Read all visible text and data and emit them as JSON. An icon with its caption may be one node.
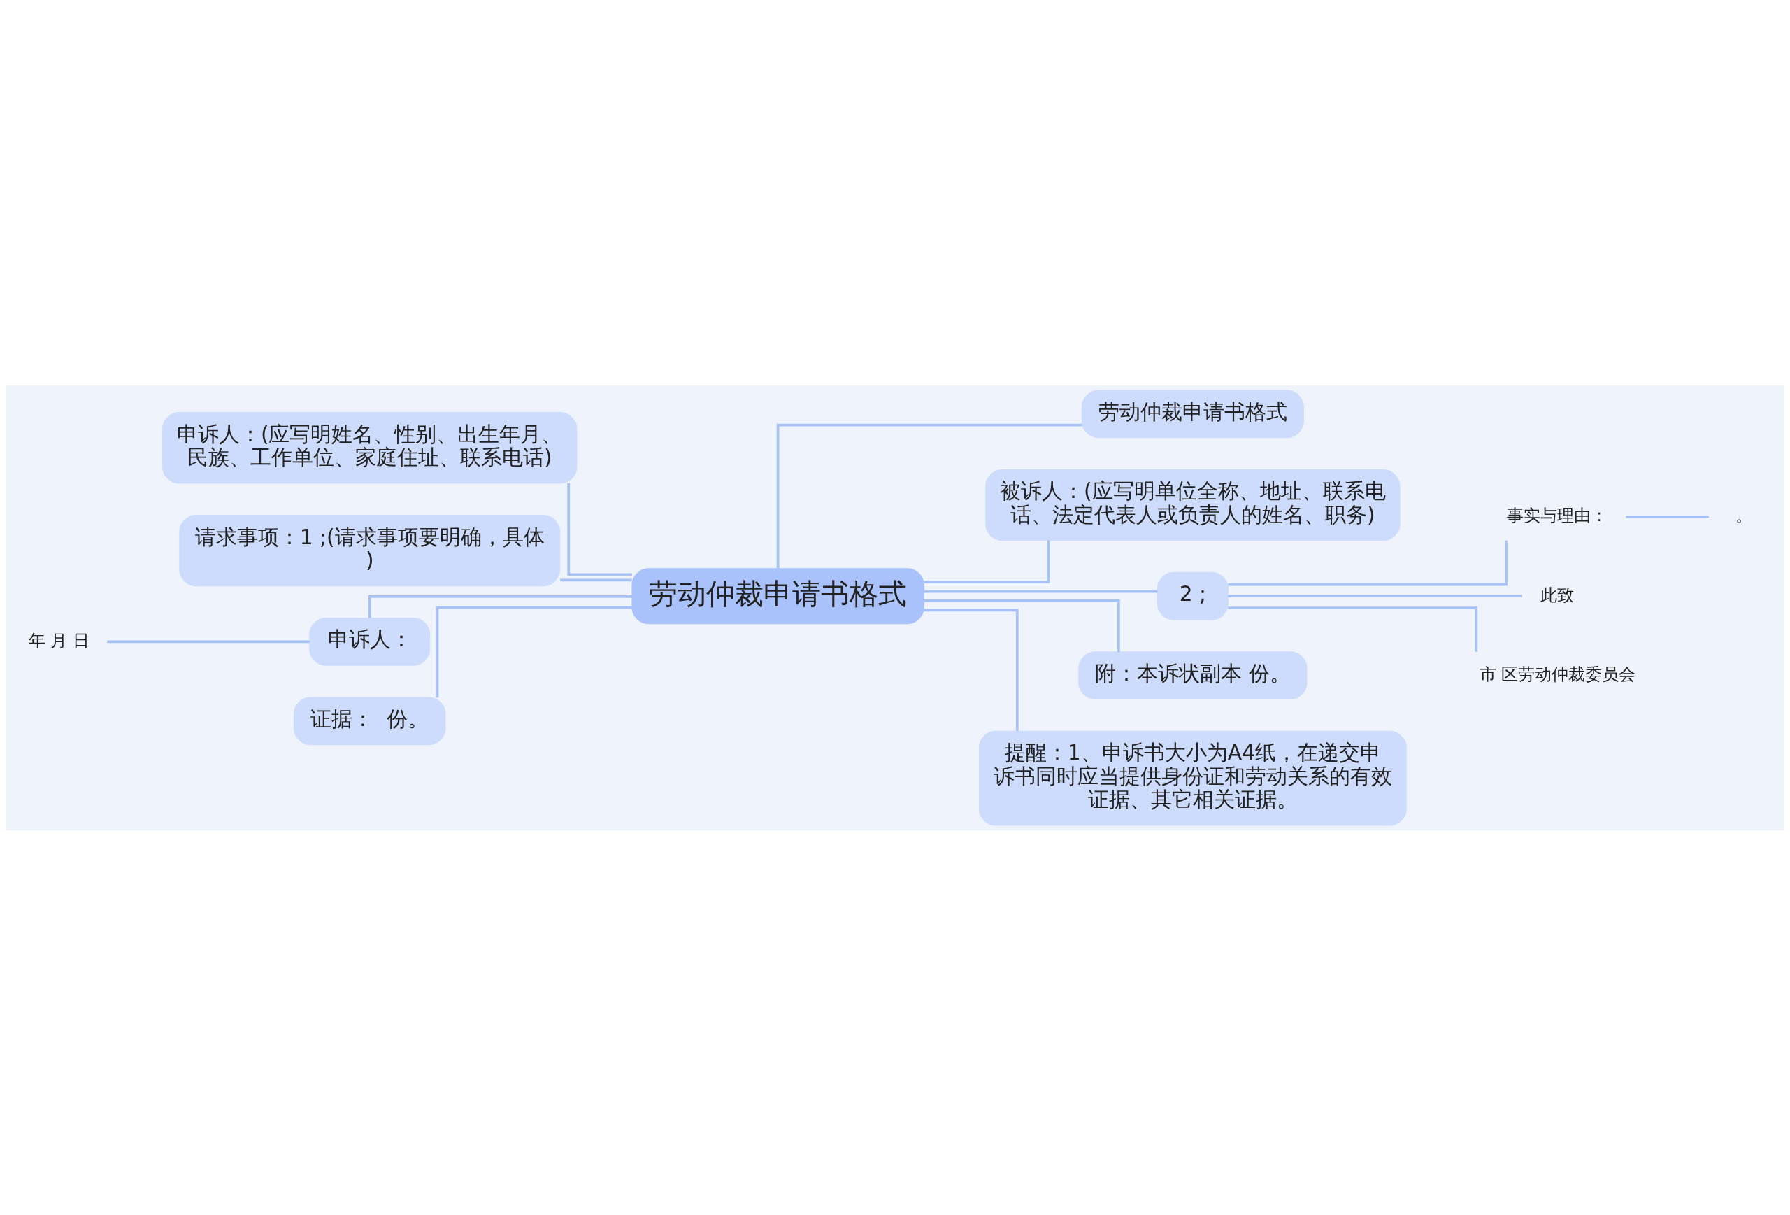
{
  "diagram": {
    "nodes": [
      {
        "text": [
          "劳动仲裁申请书格式"
        ]
      },
      {
        "text": [
          "申诉人：(应写明姓名、性别、出生年月、民族、工作单位、家庭住址、联系电话)"
        ]
      },
      {
        "text": [
          "请求事项：1 ;(请求事项要明确，具体)"
        ]
      },
      {
        "text": [
          "申诉人："
        ]
      },
      {
        "text": [
          "年 月 日"
        ]
      },
      {
        "text": [
          "证据：  份。"
        ]
      },
      {
        "text": [
          "劳动仲裁申请书格式"
        ]
      },
      {
        "text": [
          "被诉人：(应写明单位全称、地址、联系电话、法定代表人或负责人的姓名、职务)"
        ]
      },
      {
        "text": [
          "2 ;"
        ]
      },
      {
        "text": [
          "事实与理由："
        ]
      },
      {
        "text": [
          "。"
        ]
      },
      {
        "text": [
          "此致"
        ]
      },
      {
        "text": [
          "市 区劳动仲裁委员会"
        ]
      },
      {
        "text": [
          "附：本诉状副本 份。"
        ]
      },
      {
        "text": [
          "提醒：1、申诉书大小为A4纸，在递交申诉书同时应当提供身份证和劳动关系的有效证据、其它相关证据。"
        ]
      }
    ],
    "edges": [
      {
        "from": 1,
        "to": 0,
        "arrow": "none"
      },
      {
        "from": 2,
        "to": 0,
        "arrow": "none"
      },
      {
        "from": 3,
        "to": 0,
        "arrow": "none"
      },
      {
        "from": 4,
        "to": 3,
        "arrow": "none"
      },
      {
        "from": 5,
        "to": 0,
        "arrow": "none"
      },
      {
        "from": 0,
        "to": 6,
        "arrow": "none"
      },
      {
        "from": 0,
        "to": 7,
        "arrow": "none"
      },
      {
        "from": 0,
        "to": 8,
        "arrow": "none"
      },
      {
        "from": 8,
        "to": 9,
        "arrow": "none"
      },
      {
        "from": 9,
        "to": 10,
        "arrow": "none"
      },
      {
        "from": 8,
        "to": 11,
        "arrow": "none"
      },
      {
        "from": 8,
        "to": 12,
        "arrow": "none"
      },
      {
        "from": 0,
        "to": 13,
        "arrow": "none"
      },
      {
        "from": 0,
        "to": 14,
        "arrow": "none"
      }
    ]
  }
}
